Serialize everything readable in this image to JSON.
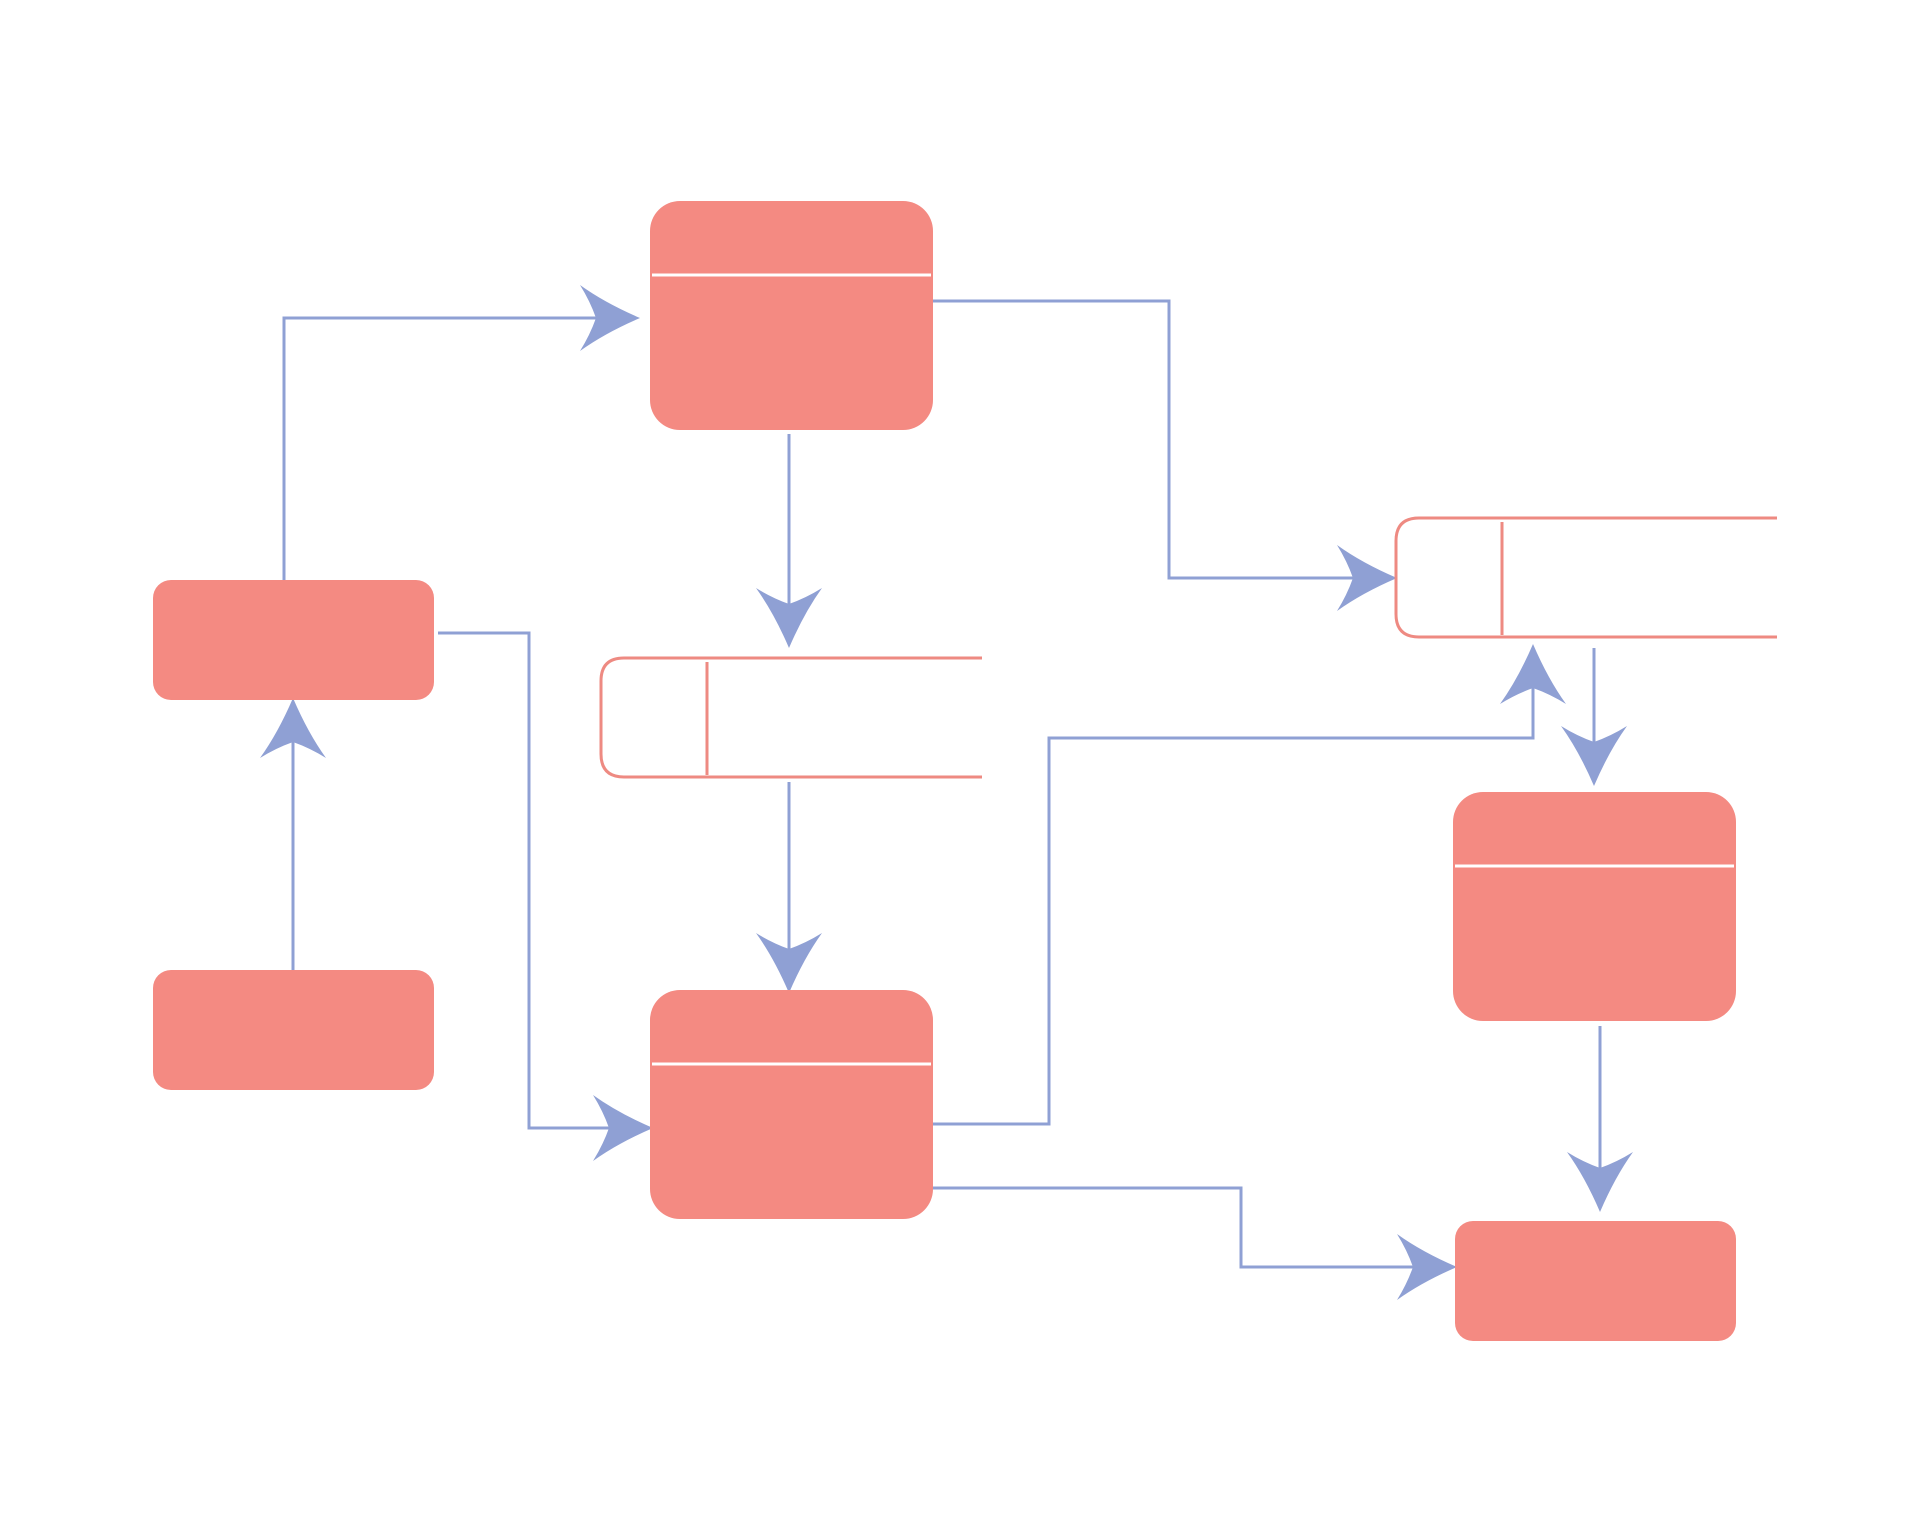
{
  "colors": {
    "background": "#ffffff",
    "node_fill": "#f48a82",
    "node_divider": "#ffffff",
    "store_stroke": "#ee8a82",
    "edge": "#8fa0d4"
  },
  "nodes": [
    {
      "id": "entity-left-bottom",
      "kind": "external-entity",
      "label": ""
    },
    {
      "id": "entity-left-top",
      "kind": "external-entity",
      "label": ""
    },
    {
      "id": "process-top",
      "kind": "process",
      "label": ""
    },
    {
      "id": "process-middle",
      "kind": "process",
      "label": ""
    },
    {
      "id": "process-right",
      "kind": "process",
      "label": ""
    },
    {
      "id": "entity-right-bottom",
      "kind": "external-entity",
      "label": ""
    }
  ],
  "data_stores": [
    {
      "id": "store-middle",
      "label": ""
    },
    {
      "id": "store-right",
      "label": ""
    }
  ],
  "edges": [
    {
      "from": "entity-left-bottom",
      "to": "entity-left-top"
    },
    {
      "from": "entity-left-top",
      "to": "process-top"
    },
    {
      "from": "entity-left-top",
      "to": "process-middle"
    },
    {
      "from": "process-top",
      "to": "store-middle"
    },
    {
      "from": "process-top",
      "to": "store-right"
    },
    {
      "from": "store-middle",
      "to": "process-middle"
    },
    {
      "from": "process-middle",
      "to": "store-right"
    },
    {
      "from": "process-middle",
      "to": "entity-right-bottom"
    },
    {
      "from": "store-right",
      "to": "process-right"
    },
    {
      "from": "process-right",
      "to": "entity-right-bottom"
    }
  ]
}
